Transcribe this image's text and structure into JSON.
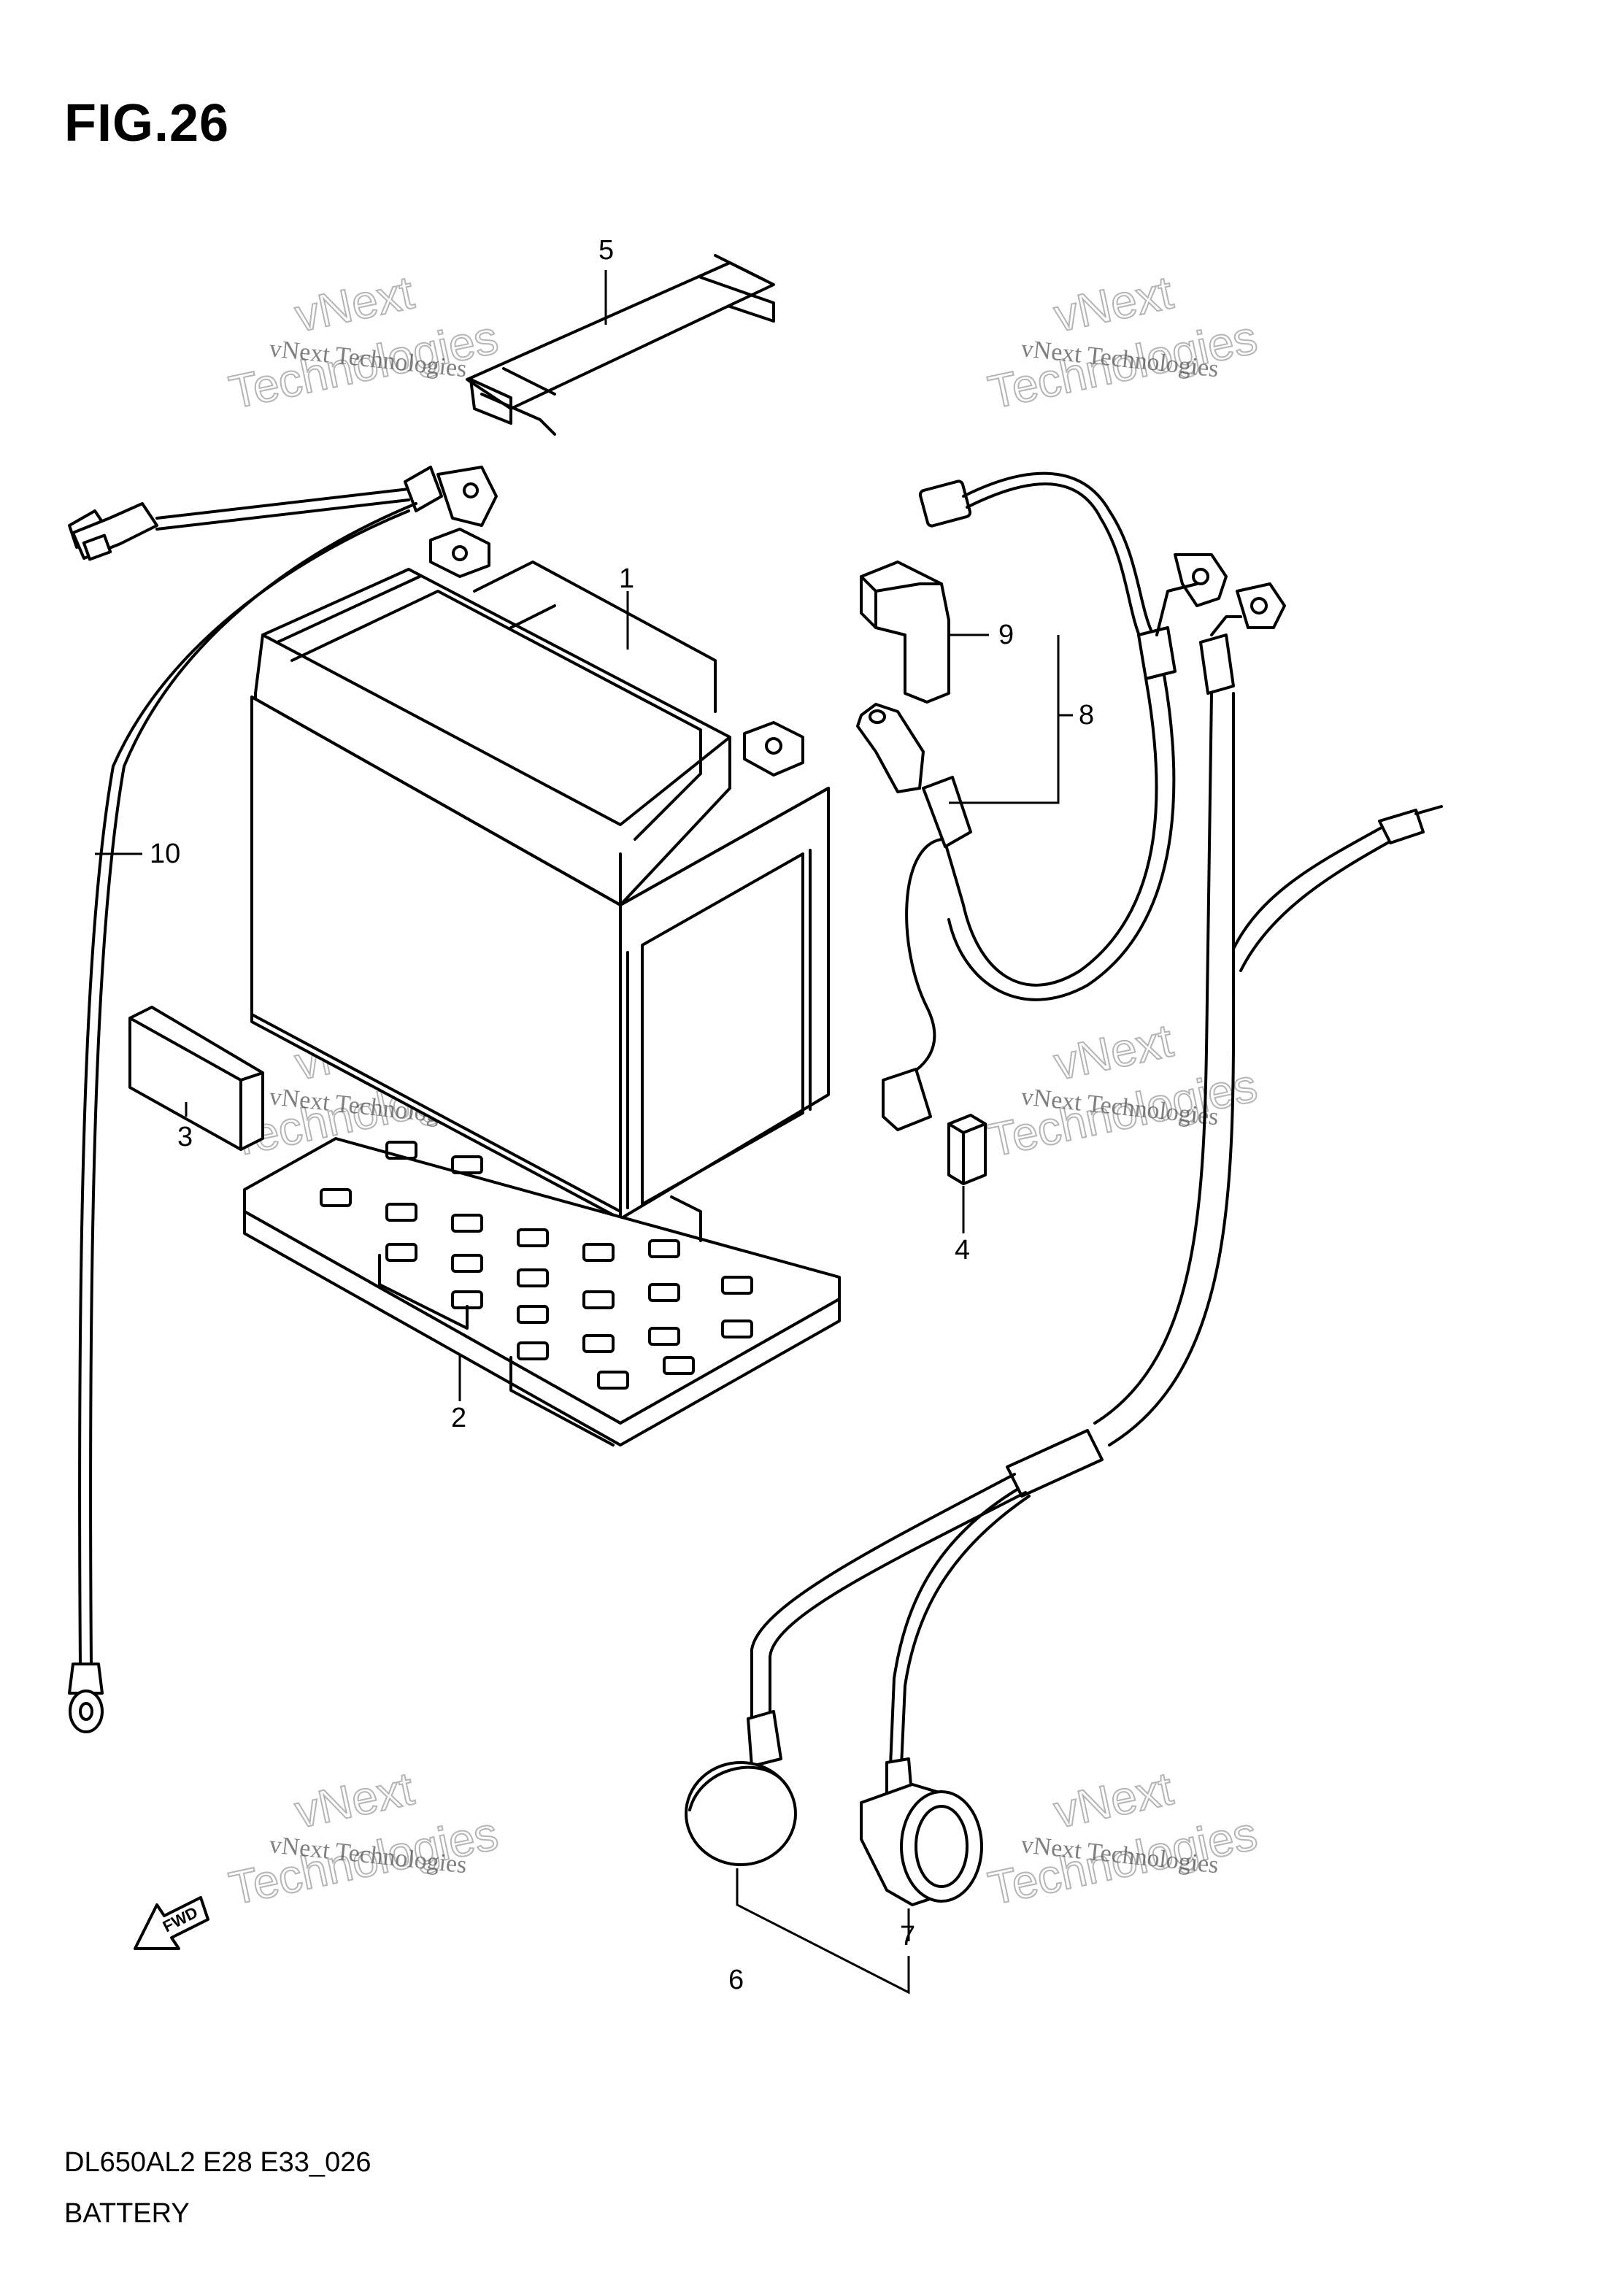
{
  "figure": {
    "title": "FIG.26",
    "model_code": "DL650AL2 E28 E33_026",
    "section_name": "BATTERY"
  },
  "callouts": [
    {
      "id": "1",
      "label": "1"
    },
    {
      "id": "2",
      "label": "2"
    },
    {
      "id": "3",
      "label": "3"
    },
    {
      "id": "4",
      "label": "4"
    },
    {
      "id": "5",
      "label": "5"
    },
    {
      "id": "6",
      "label": "6"
    },
    {
      "id": "7",
      "label": "7"
    },
    {
      "id": "8",
      "label": "8"
    },
    {
      "id": "9",
      "label": "9"
    },
    {
      "id": "10",
      "label": "10"
    }
  ],
  "watermark": {
    "small_text": "vNext Technologies",
    "large_word_1": "vNext",
    "large_word_2": "Technologies"
  },
  "direction_marker": {
    "icon": "fwd-arrow-icon",
    "label": "FWD"
  }
}
